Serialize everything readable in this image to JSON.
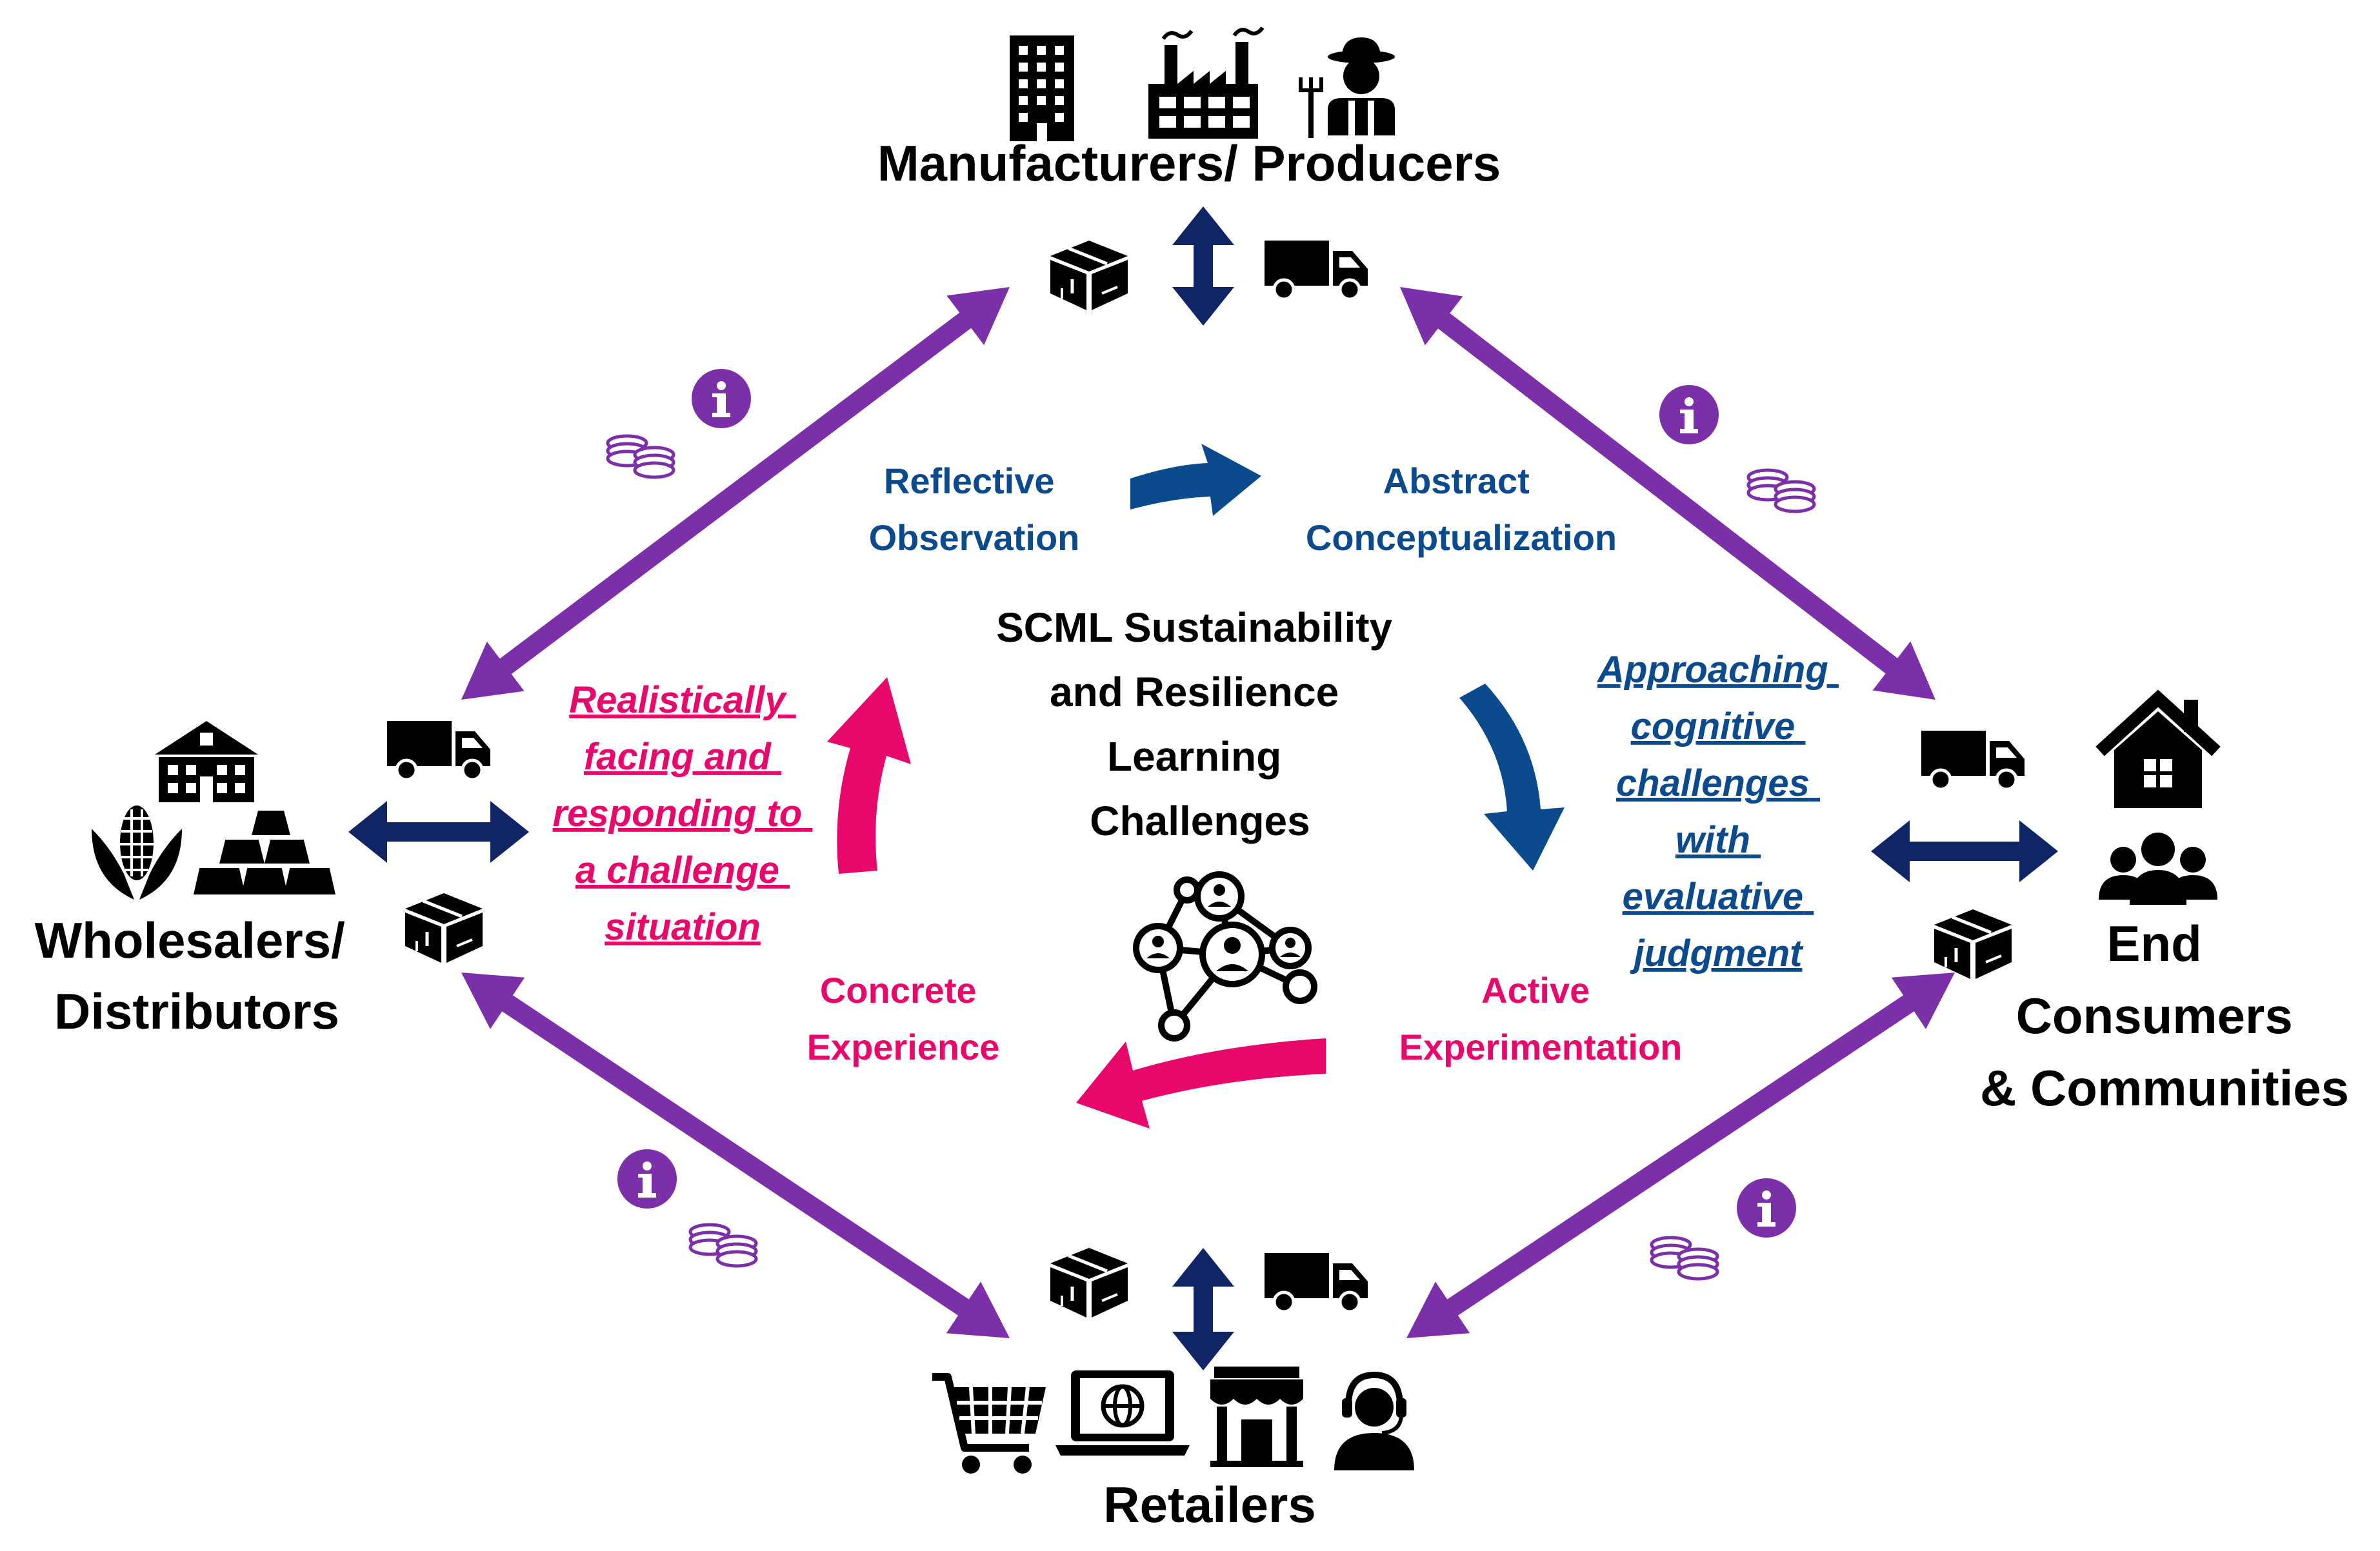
{
  "colors": {
    "flow_arrow": "#7B2FA8",
    "flow_icon": "#7B2FA8",
    "link_arrow": "#0F2565",
    "reflective_arrow": "#0B4A8C",
    "concrete_arrow": "#E8086B",
    "node_text": "#555555",
    "kolb_blue": "#0B4A8C",
    "kolb_pink": "#E8086B",
    "icon": "#000000",
    "center_text": "#000000"
  },
  "nodes": {
    "top": "Manufacturers/ Producers",
    "left": [
      "Wholesalers/",
      "Distributors"
    ],
    "right": [
      "End",
      "Consumers",
      "& Communities"
    ],
    "bottom": "Retailers"
  },
  "center": [
    "SCML Sustainability",
    "and Resilience",
    "Learning",
    "Challenges"
  ],
  "kolb": {
    "reflective": [
      "Reflective",
      "Observation"
    ],
    "abstract": [
      "Abstract",
      "Conceptualization"
    ],
    "concrete": [
      "Concrete",
      "Experience"
    ],
    "active": [
      "Active",
      "Experimentation"
    ]
  },
  "challenges": {
    "left": [
      "Realistically",
      "facing and",
      "responding to",
      "a challenge",
      "situation"
    ],
    "right": [
      "Approaching",
      "cognitive",
      "challenges",
      "with",
      "evaluative",
      "judgment"
    ]
  },
  "icons": {
    "top": [
      "office-building-icon",
      "factory-icon",
      "farmer-icon"
    ],
    "left": [
      "school-icon",
      "corn-icon",
      "stacked-boxes-icon"
    ],
    "right": [
      "house-icon",
      "people-group-icon"
    ],
    "bottom": [
      "shopping-cart-icon",
      "laptop-globe-icon",
      "storefront-icon",
      "headset-agent-icon"
    ],
    "flow": [
      "package-icon",
      "truck-icon",
      "info-icon",
      "coins-icon"
    ],
    "center": "network-people-icon"
  }
}
